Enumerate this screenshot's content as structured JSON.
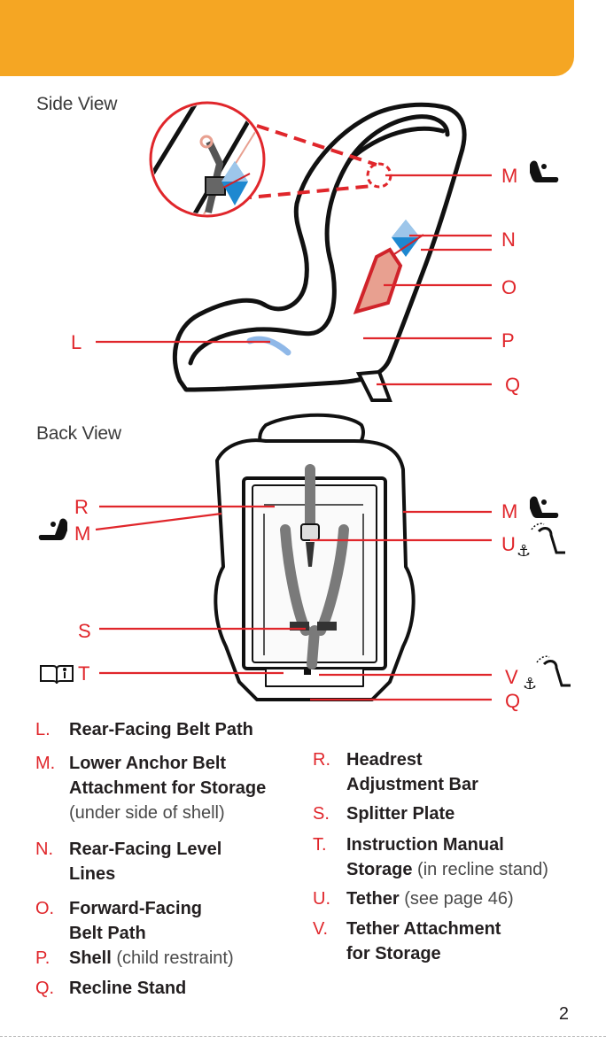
{
  "side_view_title": "Side View",
  "back_view_title": "Back View",
  "callouts": {
    "side": {
      "M": "M",
      "N": "N",
      "O": "O",
      "P": "P",
      "Q": "Q",
      "L": "L"
    },
    "back": {
      "R": "R",
      "M_left": "M",
      "M_right": "M",
      "U": "U",
      "S": "S",
      "T": "T",
      "V": "V",
      "Q": "Q"
    }
  },
  "legend": {
    "L": {
      "key": "L.",
      "name": "Rear-Facing Belt Path",
      "note": ""
    },
    "M": {
      "key": "M.",
      "name_1": "Lower Anchor Belt",
      "name_2": "Attachment for Storage",
      "note": "(under side of shell)"
    },
    "N": {
      "key": "N.",
      "name_1": "Rear-Facing Level",
      "name_2": "Lines"
    },
    "O": {
      "key": "O.",
      "name_1": "Forward-Facing",
      "name_2": "Belt Path"
    },
    "P": {
      "key": "P.",
      "name": "Shell",
      "note": "(child restraint)"
    },
    "Q": {
      "key": "Q.",
      "name": "Recline Stand"
    },
    "R": {
      "key": "R.",
      "name_1": "Headrest",
      "name_2": "Adjustment Bar"
    },
    "S": {
      "key": "S.",
      "name": "Splitter Plate"
    },
    "T": {
      "key": "T.",
      "name_1": "Instruction Manual",
      "name_2": "Storage",
      "note": "(in recline stand)"
    },
    "U": {
      "key": "U.",
      "name": "Tether",
      "note": "(see page 46)"
    },
    "V": {
      "key": "V.",
      "name_1": "Tether Attachment",
      "name_2": "for Storage"
    }
  },
  "page_number": "2",
  "colors": {
    "banner": "#f5a623",
    "accent": "#e0262b",
    "blue": "#1e88d0"
  },
  "icons": [
    "car-seat-icon",
    "anchor-tether-icon",
    "manual-book-icon"
  ]
}
